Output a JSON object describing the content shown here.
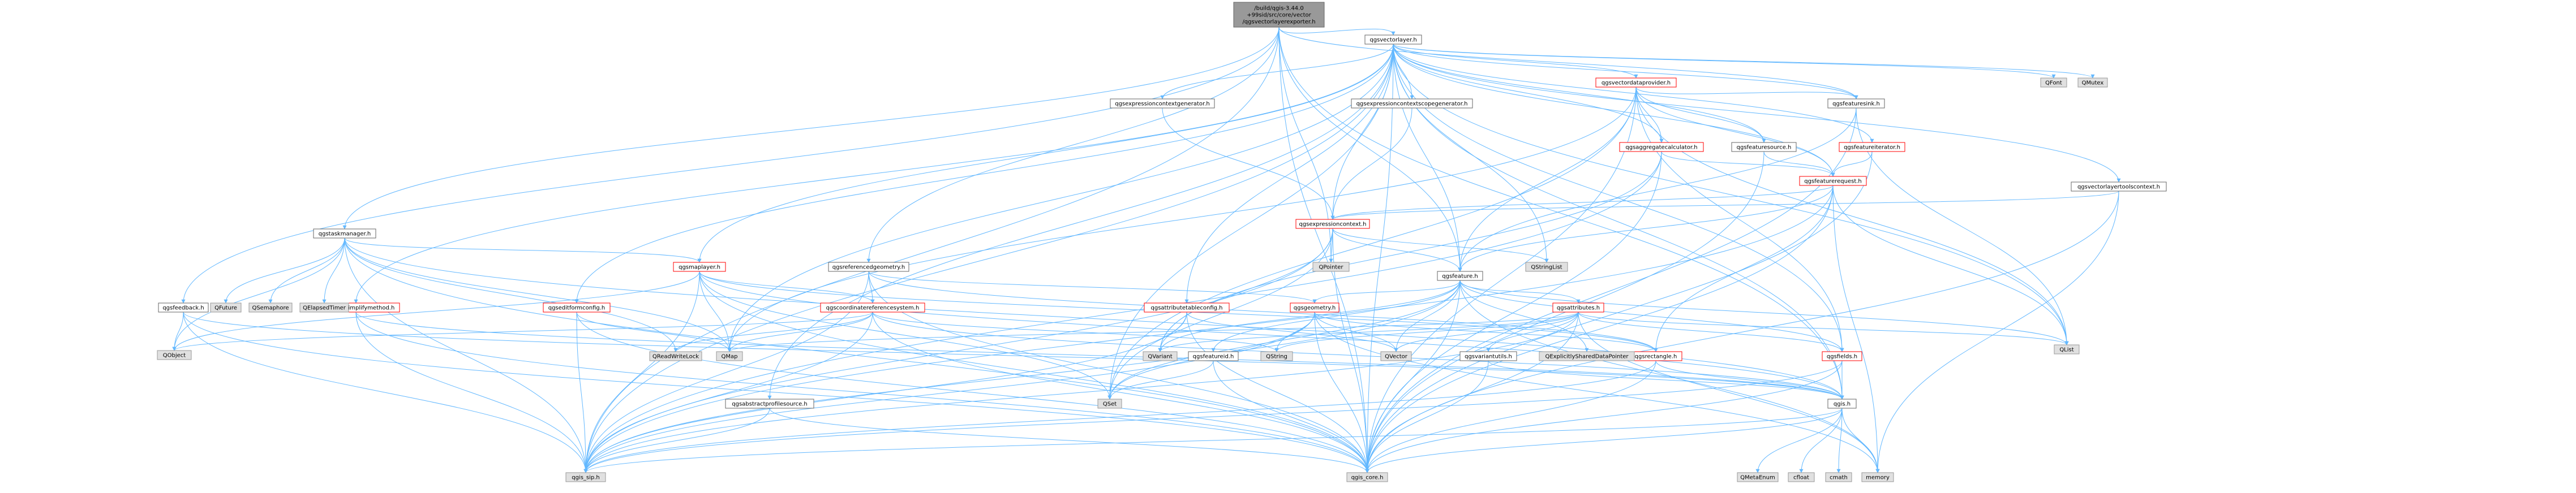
{
  "diagram": {
    "colors": {
      "edge": "#63b8ff",
      "root_fill": "#999999",
      "node_border": "#666666",
      "partial_border": "#ff0000",
      "external_fill": "#e0e0e0"
    },
    "nodes": [
      {
        "id": "root",
        "label": [
          "/build/qgis-3.44.0",
          "+99sid/src/core/vector",
          "/qgsvectorlayerexporter.h"
        ],
        "style": "gray"
      },
      {
        "id": "qgsvectorlayer",
        "label": [
          "qgsvectorlayer.h"
        ],
        "style": "white"
      },
      {
        "id": "qgsvectordataprovider",
        "label": [
          "qgsvectordataprovider.h"
        ],
        "style": "red"
      },
      {
        "id": "qgsfeaturesink",
        "label": [
          "qgsfeaturesink.h"
        ],
        "style": "white"
      },
      {
        "id": "qgsfeatureiterator",
        "label": [
          "qgsfeatureiterator.h"
        ],
        "style": "red"
      },
      {
        "id": "qgsvectorlayertoolscontext",
        "label": [
          "qgsvectorlayertoolscontext.h"
        ],
        "style": "white"
      },
      {
        "id": "qgsfeaturesource",
        "label": [
          "qgsfeaturesource.h"
        ],
        "style": "white"
      },
      {
        "id": "qgsaggregatecalculator",
        "label": [
          "qgsaggregatecalculator.h"
        ],
        "style": "red"
      },
      {
        "id": "qgsfeaturerequest",
        "label": [
          "qgsfeaturerequest.h"
        ],
        "style": "red"
      },
      {
        "id": "qgsexpressioncontextgenerator",
        "label": [
          "qgsexpressioncontextgenerator.h"
        ],
        "style": "white"
      },
      {
        "id": "qgsexpressioncontextscopegenerator",
        "label": [
          "qgsexpressioncontextscopegenerator.h"
        ],
        "style": "white"
      },
      {
        "id": "qgsexpressioncontext",
        "label": [
          "qgsexpressioncontext.h"
        ],
        "style": "red"
      },
      {
        "id": "qgsfeature",
        "label": [
          "qgsfeature.h"
        ],
        "style": "white"
      },
      {
        "id": "qgstaskmanager",
        "label": [
          "qgstaskmanager.h"
        ],
        "style": "white"
      },
      {
        "id": "qgsmaplayer",
        "label": [
          "qgsmaplayer.h"
        ],
        "style": "red"
      },
      {
        "id": "qgsreferencedgeometry",
        "label": [
          "qgsreferencedgeometry.h"
        ],
        "style": "white"
      },
      {
        "id": "qgsfeedback",
        "label": [
          "qgsfeedback.h"
        ],
        "style": "white"
      },
      {
        "id": "qgsvectorsimplifymethod",
        "label": [
          "qgsvectorsimplifymethod.h"
        ],
        "style": "red"
      },
      {
        "id": "qgseditformconfig",
        "label": [
          "qgseditformconfig.h"
        ],
        "style": "red"
      },
      {
        "id": "qgscoordinatereferencesystem",
        "label": [
          "qgscoordinatereferencesystem.h"
        ],
        "style": "red"
      },
      {
        "id": "qgsattributetableconfig",
        "label": [
          "qgsattributetableconfig.h"
        ],
        "style": "red"
      },
      {
        "id": "qgsgeometry",
        "label": [
          "qgsgeometry.h"
        ],
        "style": "red"
      },
      {
        "id": "qgsattributes",
        "label": [
          "qgsattributes.h"
        ],
        "style": "red"
      },
      {
        "id": "qgsfeatureid",
        "label": [
          "qgsfeatureid.h"
        ],
        "style": "white"
      },
      {
        "id": "qgsvariantutils",
        "label": [
          "qgsvariantutils.h"
        ],
        "style": "white"
      },
      {
        "id": "qgsrectangle",
        "label": [
          "qgsrectangle.h"
        ],
        "style": "red"
      },
      {
        "id": "qgsfields",
        "label": [
          "qgsfields.h"
        ],
        "style": "red"
      },
      {
        "id": "qgsabstractprofilesource",
        "label": [
          "qgsabstractprofilesource.h"
        ],
        "style": "white"
      },
      {
        "id": "qgis",
        "label": [
          "qgis.h"
        ],
        "style": "white"
      },
      {
        "id": "qgis_sip",
        "label": [
          "qgis_sip.h"
        ],
        "style": "ext"
      },
      {
        "id": "qgis_core",
        "label": [
          "qgis_core.h"
        ],
        "style": "ext"
      },
      {
        "id": "QFont",
        "label": [
          "QFont"
        ],
        "style": "ext"
      },
      {
        "id": "QMutex",
        "label": [
          "QMutex"
        ],
        "style": "ext"
      },
      {
        "id": "QPointer",
        "label": [
          "QPointer"
        ],
        "style": "ext"
      },
      {
        "id": "QStringList",
        "label": [
          "QStringList"
        ],
        "style": "ext"
      },
      {
        "id": "QFuture",
        "label": [
          "QFuture"
        ],
        "style": "ext"
      },
      {
        "id": "QSemaphore",
        "label": [
          "QSemaphore"
        ],
        "style": "ext"
      },
      {
        "id": "QElapsedTimer",
        "label": [
          "QElapsedTimer"
        ],
        "style": "ext"
      },
      {
        "id": "QObject",
        "label": [
          "QObject"
        ],
        "style": "ext"
      },
      {
        "id": "QReadWriteLock",
        "label": [
          "QReadWriteLock"
        ],
        "style": "ext"
      },
      {
        "id": "QMap",
        "label": [
          "QMap"
        ],
        "style": "ext"
      },
      {
        "id": "QVariant",
        "label": [
          "QVariant"
        ],
        "style": "ext"
      },
      {
        "id": "QString",
        "label": [
          "QString"
        ],
        "style": "ext"
      },
      {
        "id": "QVector",
        "label": [
          "QVector"
        ],
        "style": "ext"
      },
      {
        "id": "QExplicitlySharedDataPointer",
        "label": [
          "QExplicitlySharedDataPointer"
        ],
        "style": "ext"
      },
      {
        "id": "QList",
        "label": [
          "QList"
        ],
        "style": "ext"
      },
      {
        "id": "QSet",
        "label": [
          "QSet"
        ],
        "style": "ext"
      },
      {
        "id": "QMetaEnum",
        "label": [
          "QMetaEnum"
        ],
        "style": "ext"
      },
      {
        "id": "cfloat",
        "label": [
          "cfloat"
        ],
        "style": "ext"
      },
      {
        "id": "cmath",
        "label": [
          "cmath"
        ],
        "style": "ext"
      },
      {
        "id": "memory",
        "label": [
          "memory"
        ],
        "style": "ext"
      }
    ],
    "edges": [
      [
        "root",
        "qgsvectorlayer"
      ],
      [
        "root",
        "qgsfeaturesink"
      ],
      [
        "root",
        "qgstaskmanager"
      ],
      [
        "root",
        "qgsreferencedgeometry"
      ],
      [
        "root",
        "qgsfeedback"
      ],
      [
        "root",
        "qgis"
      ],
      [
        "root",
        "qgis_sip"
      ],
      [
        "root",
        "qgis_core"
      ],
      [
        "root",
        "QPointer"
      ],
      [
        "root",
        "qgsfeature"
      ],
      [
        "qgsvectorlayer",
        "qgsvectordataprovider"
      ],
      [
        "qgsvectorlayer",
        "qgsfeaturesink"
      ],
      [
        "qgsvectorlayer",
        "qgsfeatureiterator"
      ],
      [
        "qgsvectorlayer",
        "qgsvectorlayertoolscontext"
      ],
      [
        "qgsvectorlayer",
        "qgsfeaturesource"
      ],
      [
        "qgsvectorlayer",
        "qgsaggregatecalculator"
      ],
      [
        "qgsvectorlayer",
        "qgsfeaturerequest"
      ],
      [
        "qgsvectorlayer",
        "qgsexpressioncontextgenerator"
      ],
      [
        "qgsvectorlayer",
        "qgsexpressioncontextscopegenerator"
      ],
      [
        "qgsvectorlayer",
        "qgsexpressioncontext"
      ],
      [
        "qgsvectorlayer",
        "qgsfeature"
      ],
      [
        "qgsvectorlayer",
        "qgsmaplayer"
      ],
      [
        "qgsvectorlayer",
        "qgsvectorsimplifymethod"
      ],
      [
        "qgsvectorlayer",
        "qgseditformconfig"
      ],
      [
        "qgsvectorlayer",
        "qgsattributetableconfig"
      ],
      [
        "qgsvectorlayer",
        "qgsabstractprofilesource"
      ],
      [
        "qgsvectorlayer",
        "qgsfields"
      ],
      [
        "qgsvectorlayer",
        "QFont"
      ],
      [
        "qgsvectorlayer",
        "QMutex"
      ],
      [
        "qgsvectorlayer",
        "QStringList"
      ],
      [
        "qgsvectorlayer",
        "QList"
      ],
      [
        "qgsvectorlayer",
        "QMap"
      ],
      [
        "qgsvectorlayer",
        "QSet"
      ],
      [
        "qgsvectorlayer",
        "qgis_core"
      ],
      [
        "qgsvectorlayer",
        "qgis_sip"
      ],
      [
        "qgsvectorlayer",
        "qgis"
      ],
      [
        "qgsvectordataprovider",
        "qgsfeaturesink"
      ],
      [
        "qgsvectordataprovider",
        "qgsfeaturesource"
      ],
      [
        "qgsvectordataprovider",
        "qgsaggregatecalculator"
      ],
      [
        "qgsvectordataprovider",
        "qgsfeature"
      ],
      [
        "qgsvectordataprovider",
        "qgsfeaturerequest"
      ],
      [
        "qgsvectordataprovider",
        "qgsfields"
      ],
      [
        "qgsvectordataprovider",
        "QSet"
      ],
      [
        "qgsvectordataprovider",
        "QMap"
      ],
      [
        "qgsvectordataprovider",
        "QList"
      ],
      [
        "qgsvectordataprovider",
        "qgis_core"
      ],
      [
        "qgsfeaturesink",
        "qgsfeature"
      ],
      [
        "qgsfeaturesink",
        "qgis_core"
      ],
      [
        "qgsfeaturesink",
        "QList"
      ],
      [
        "qgsfeatureiterator",
        "qgsfeaturerequest"
      ],
      [
        "qgsfeatureiterator",
        "qgis_core"
      ],
      [
        "qgsvectorlayertoolscontext",
        "qgsexpressioncontext"
      ],
      [
        "qgsvectorlayertoolscontext",
        "qgis_core"
      ],
      [
        "qgsvectorlayertoolscontext",
        "memory"
      ],
      [
        "qgsfeaturesource",
        "qgsfeaturerequest"
      ],
      [
        "qgsfeaturesource",
        "qgis_core"
      ],
      [
        "qgsaggregatecalculator",
        "qgsfeaturerequest"
      ],
      [
        "qgsaggregatecalculator",
        "qgis_core"
      ],
      [
        "qgsaggregatecalculator",
        "qgis_sip"
      ],
      [
        "qgsaggregatecalculator",
        "QVariant"
      ],
      [
        "qgsfeaturerequest",
        "qgsfeature"
      ],
      [
        "qgsfeaturerequest",
        "qgsrectangle"
      ],
      [
        "qgsfeaturerequest",
        "qgsexpressioncontext"
      ],
      [
        "qgsfeaturerequest",
        "QList"
      ],
      [
        "qgsfeaturerequest",
        "memory"
      ],
      [
        "qgsfeaturerequest",
        "qgis_core"
      ],
      [
        "qgsfeaturerequest",
        "qgis_sip"
      ],
      [
        "qgsexpressioncontextgenerator",
        "qgsexpressioncontext"
      ],
      [
        "qgsexpressioncontextscopegenerator",
        "qgsexpressioncontext"
      ],
      [
        "qgsexpressioncontext",
        "qgsfeature"
      ],
      [
        "qgsexpressioncontext",
        "QStringList"
      ],
      [
        "qgsexpressioncontext",
        "QPointer"
      ],
      [
        "qgsexpressioncontext",
        "QVariant"
      ],
      [
        "qgsexpressioncontext",
        "QSet"
      ],
      [
        "qgsexpressioncontext",
        "qgis_core"
      ],
      [
        "qgsexpressioncontext",
        "qgis_sip"
      ],
      [
        "qgsfeature",
        "qgsattributes"
      ],
      [
        "qgsfeature",
        "qgsfields"
      ],
      [
        "qgsfeature",
        "qgsfeatureid"
      ],
      [
        "qgsfeature",
        "qgsgeometry"
      ],
      [
        "qgsfeature",
        "QExplicitlySharedDataPointer"
      ],
      [
        "qgsfeature",
        "QList"
      ],
      [
        "qgsfeature",
        "QVariant"
      ],
      [
        "qgsfeature",
        "QVector"
      ],
      [
        "qgsfeature",
        "QSet"
      ],
      [
        "qgsfeature",
        "qgis_core"
      ],
      [
        "qgsfeature",
        "qgis_sip"
      ],
      [
        "qgsfeature",
        "memory"
      ],
      [
        "qgstaskmanager",
        "QFuture"
      ],
      [
        "qgstaskmanager",
        "QSemaphore"
      ],
      [
        "qgstaskmanager",
        "QElapsedTimer"
      ],
      [
        "qgstaskmanager",
        "QObject"
      ],
      [
        "qgstaskmanager",
        "QReadWriteLock"
      ],
      [
        "qgstaskmanager",
        "QMap"
      ],
      [
        "qgstaskmanager",
        "qgis_sip"
      ],
      [
        "qgstaskmanager",
        "qgis_core"
      ],
      [
        "qgstaskmanager",
        "qgsmaplayer"
      ],
      [
        "qgstaskmanager",
        "qgis"
      ],
      [
        "qgsmaplayer",
        "qgscoordinatereferencesystem"
      ],
      [
        "qgsmaplayer",
        "qgsrectangle"
      ],
      [
        "qgsmaplayer",
        "QObject"
      ],
      [
        "qgsmaplayer",
        "QMap"
      ],
      [
        "qgsmaplayer",
        "QSet"
      ],
      [
        "qgsmaplayer",
        "qgis_core"
      ],
      [
        "qgsmaplayer",
        "qgis_sip"
      ],
      [
        "qgsmaplayer",
        "qgis"
      ],
      [
        "qgsreferencedgeometry",
        "qgscoordinatereferencesystem"
      ],
      [
        "qgsreferencedgeometry",
        "qgsrectangle"
      ],
      [
        "qgsreferencedgeometry",
        "qgsgeometry"
      ],
      [
        "qgsreferencedgeometry",
        "qgis_core"
      ],
      [
        "qgsreferencedgeometry",
        "qgis_sip"
      ],
      [
        "qgsfeedback",
        "QObject"
      ],
      [
        "qgsfeedback",
        "qgis_core"
      ],
      [
        "qgsfeedback",
        "qgis_sip"
      ],
      [
        "qgsfeedback",
        "qgis"
      ],
      [
        "qgsvectorsimplifymethod",
        "QFlags"
      ],
      [
        "qgsvectorsimplifymethod",
        "qgis_core"
      ],
      [
        "qgsvectorsimplifymethod",
        "qgis_sip"
      ],
      [
        "qgsvectorsimplifymethod",
        "qgis"
      ],
      [
        "qgseditformconfig",
        "QMap"
      ],
      [
        "qgseditformconfig",
        "qgis_core"
      ],
      [
        "qgseditformconfig",
        "qgis_sip"
      ],
      [
        "qgscoordinatereferencesystem",
        "QString"
      ],
      [
        "qgscoordinatereferencesystem",
        "QMap"
      ],
      [
        "qgscoordinatereferencesystem",
        "QObject"
      ],
      [
        "qgscoordinatereferencesystem",
        "QReadWriteLock"
      ],
      [
        "qgscoordinatereferencesystem",
        "qgis_core"
      ],
      [
        "qgscoordinatereferencesystem",
        "qgis_sip"
      ],
      [
        "qgscoordinatereferencesystem",
        "qgis"
      ],
      [
        "qgsattributetableconfig",
        "QVariant"
      ],
      [
        "qgsattributetableconfig",
        "QVector"
      ],
      [
        "qgsattributetableconfig",
        "qgis_core"
      ],
      [
        "qgsattributetableconfig",
        "qgis_sip"
      ],
      [
        "qgsgeometry",
        "QSet"
      ],
      [
        "qgsgeometry",
        "QString"
      ],
      [
        "qgsgeometry",
        "QVector"
      ],
      [
        "qgsgeometry",
        "qgsrectangle"
      ],
      [
        "qgsgeometry",
        "qgis_core"
      ],
      [
        "qgsgeometry",
        "qgis_sip"
      ],
      [
        "qgsgeometry",
        "memory"
      ],
      [
        "qgsattributes",
        "QMap"
      ],
      [
        "qgsattributes",
        "QString"
      ],
      [
        "qgsattributes",
        "QVariant"
      ],
      [
        "qgsattributes",
        "QList"
      ],
      [
        "qgsattributes",
        "QVector"
      ],
      [
        "qgsattributes",
        "qgsvariantutils"
      ],
      [
        "qgsattributes",
        "qgsfields"
      ],
      [
        "qgsattributes",
        "qgis_core"
      ],
      [
        "qgsattributes",
        "qgis_sip"
      ],
      [
        "qgsattributes",
        "memory"
      ],
      [
        "qgsfeatureid",
        "QSet"
      ],
      [
        "qgsfeatureid",
        "qgis_core"
      ],
      [
        "qgsvariantutils",
        "qgis_core"
      ],
      [
        "qgsvariantutils",
        "qgis"
      ],
      [
        "qgsrectangle",
        "qgis"
      ],
      [
        "qgsrectangle",
        "qgis_core"
      ],
      [
        "qgsrectangle",
        "qgis_sip"
      ],
      [
        "qgsfields",
        "qgis_core"
      ],
      [
        "qgsfields",
        "qgis_sip"
      ],
      [
        "qgsfields",
        "qgis"
      ],
      [
        "qgsabstractprofilesource",
        "qgis_core"
      ],
      [
        "qgsabstractprofilesource",
        "qgis_sip"
      ],
      [
        "qgis",
        "QMetaEnum"
      ],
      [
        "qgis",
        "cfloat"
      ],
      [
        "qgis",
        "memory"
      ],
      [
        "qgis",
        "cmath"
      ],
      [
        "qgis",
        "qgis_core"
      ],
      [
        "qgis",
        "qgis_sip"
      ]
    ]
  }
}
